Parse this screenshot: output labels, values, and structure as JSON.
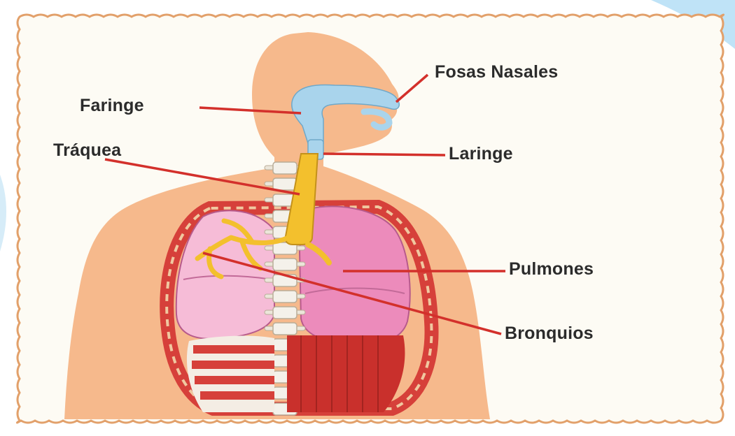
{
  "labels": {
    "fosas_nasales": "Fosas Nasales",
    "faringe": "Faringe",
    "traquea": "Tráquea",
    "laringe": "Laringe",
    "pulmones": "Pulmones",
    "bronquios": "Bronquios"
  },
  "colors": {
    "page_background": "#ffffff",
    "panel_background": "#fdfbf4",
    "border": "#e2a06a",
    "corner_accent": "#bfe3f7",
    "skin": "#f6b98c",
    "airway": "#a9d4ec",
    "trachea": "#f3c02d",
    "lung": "#ec8bbb",
    "lung_light": "#f6bcd7",
    "rib_muscle": "#d6403a",
    "diaphragm": "#c9302c",
    "spine": "#f4f1ea",
    "leader_line": "#d3302b",
    "label_text": "#2b2b2b"
  }
}
